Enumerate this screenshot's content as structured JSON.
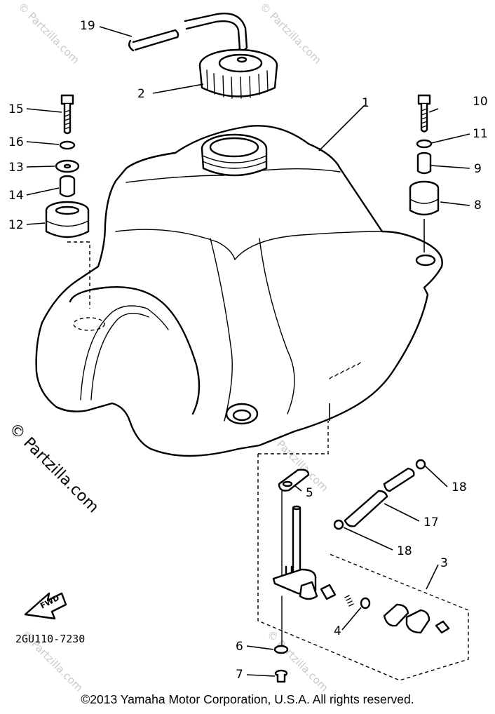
{
  "watermarks": {
    "text": "© Partzilla.com",
    "side_text": "© Partzilla.com"
  },
  "callouts": [
    "1",
    "2",
    "3",
    "4",
    "5",
    "6",
    "7",
    "8",
    "9",
    "10",
    "11",
    "12",
    "13",
    "14",
    "15",
    "16",
    "17",
    "18",
    "18",
    "19"
  ],
  "diagram_code": "2GU110-7230",
  "fwd_label": "FWD",
  "copyright": "©2013  Yamaha Motor Corporation, U.S.A. All rights reserved."
}
